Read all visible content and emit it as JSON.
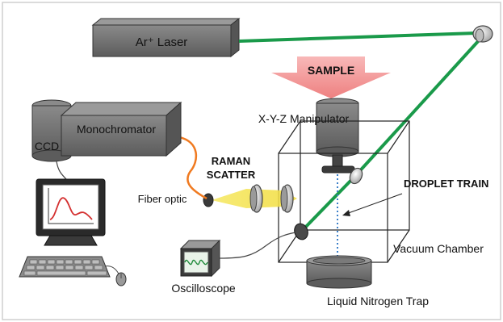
{
  "labels": {
    "laser": "Ar⁺ Laser",
    "sample": "SAMPLE",
    "manipulator": "X-Y-Z Manipulator",
    "ccd": "CCD",
    "monochromator": "Monochromator",
    "raman_line1": "RAMAN",
    "raman_line2": "SCATTER",
    "fiber_optic": "Fiber optic",
    "droplet_train": "DROPLET TRAIN",
    "vacuum_chamber": "Vacuum Chamber",
    "oscilloscope": "Oscilloscope",
    "nitrogen_trap": "Liquid Nitrogen Trap"
  },
  "colors": {
    "laser_beam": "#1a9a4a",
    "fiber": "#f07a20",
    "raman_light": "#f2e24a",
    "sample_arrow": "#f4a0a0",
    "box_fill": "#6e6e6e",
    "droplet": "#3a7fc9",
    "spectrum": "#d43030"
  }
}
